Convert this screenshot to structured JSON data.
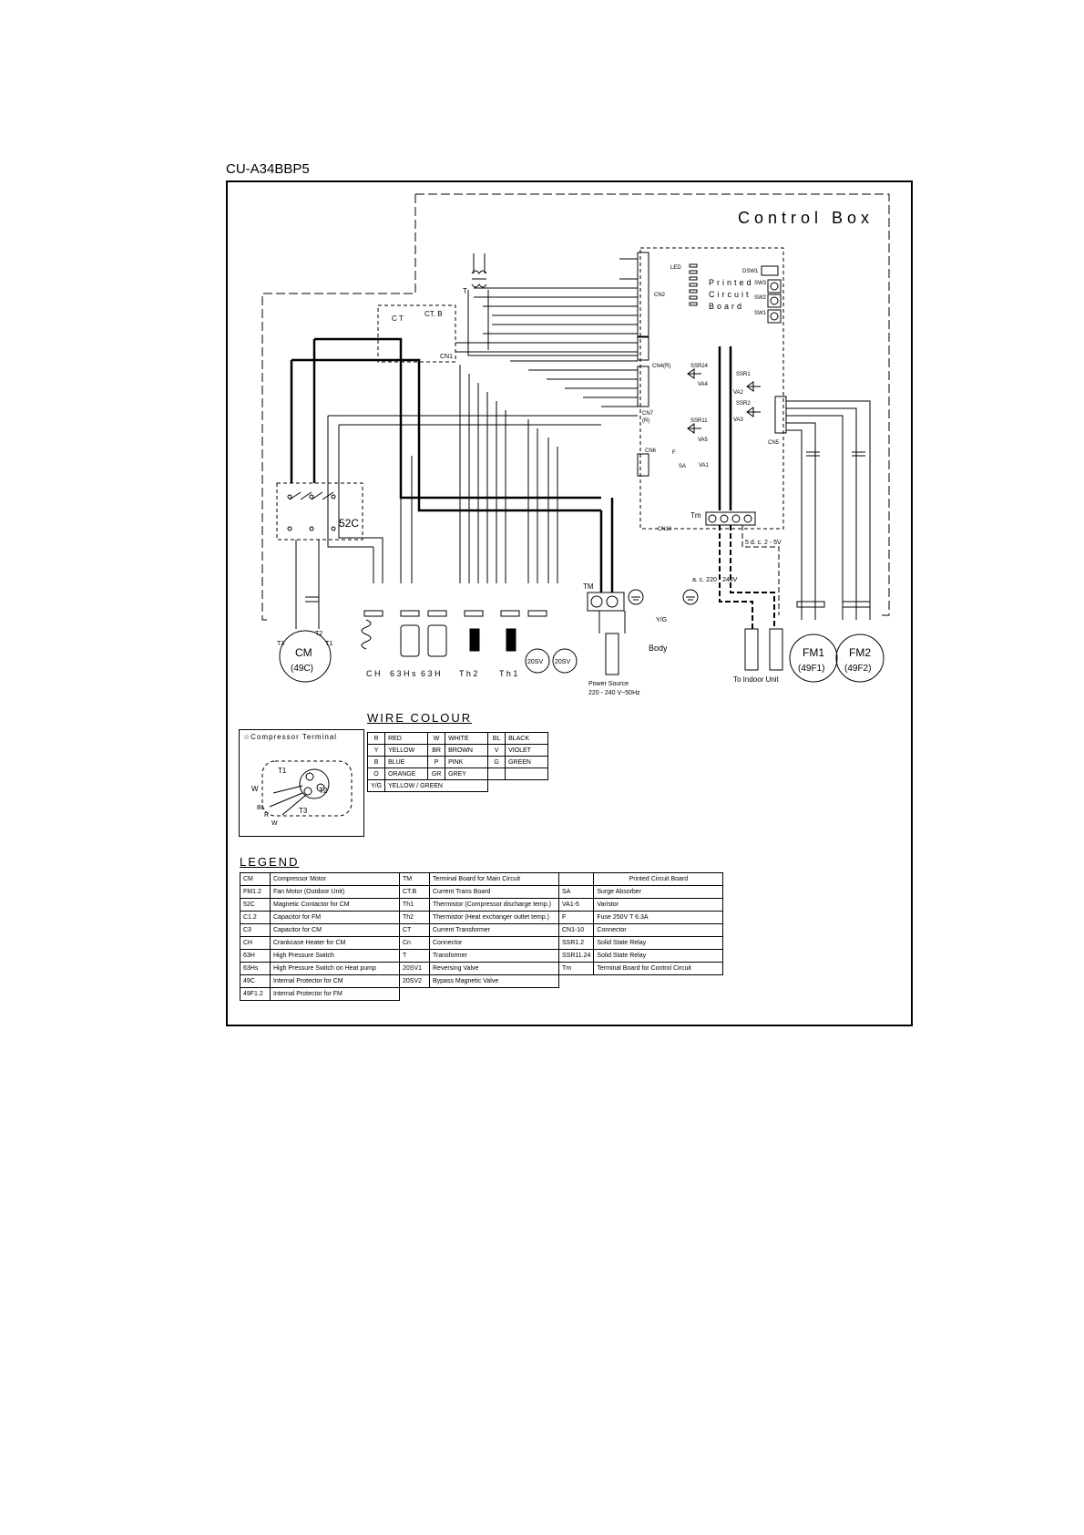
{
  "model": "CU-A34BBP5",
  "control_box_label": "Control Box",
  "pcb": {
    "label_l1": "Printed",
    "label_l2": "Circuit",
    "label_l3": "Board"
  },
  "board_labels": {
    "led": "LED",
    "dsw": "DSW1",
    "sw3": "SW3",
    "sw2": "SW2",
    "sw1": "SW1",
    "cn2": "CN2",
    "cn1": "CN1",
    "cn4": "CN4(R)",
    "cn7": "CN7",
    "cn7r": "(R)",
    "cn6": "CN6",
    "cn10": "CN10",
    "cn5": "CN5",
    "ssr24": "SSR24",
    "ssr11": "SSR11",
    "ssr1": "SSR1",
    "ssr2": "SSR2",
    "va4": "VA4",
    "va5": "VA5",
    "va2": "VA2",
    "va3": "VA3",
    "va1": "VA1",
    "sa": "SA",
    "fuse": "F",
    "tm": "Tm",
    "ctb": "CT. B",
    "ct": "C T",
    "t": "T"
  },
  "components": {
    "cm": "CM",
    "p49c": "(49C)",
    "t1": "T1",
    "t2": "T2",
    "t3": "T3",
    "c52": "52C",
    "ch": "C H",
    "h63s": "6 3 H s",
    "h63": "6 3 H",
    "th2": "T h 2",
    "th1": "T h 1",
    "sv1": "20SV",
    "sv2": "20SV",
    "fm1": "FM1",
    "fm2": "FM2",
    "p49f1": "(49F1)",
    "p49f2": "(49F2)",
    "power_source_l1": "Power Source",
    "power_source_l2": "220 - 240 V~50Hz",
    "to_indoor": "To Indoor Unit",
    "body": "Body",
    "ac_note": "a. c. 220 - 240V",
    "dc_note": "5 d. c. 2 - 5V",
    "yg": "Y/G",
    "tm_lbl": "TM"
  },
  "wire_colour": {
    "title": "WIRE COLOUR",
    "rows": [
      [
        "R",
        "RED",
        "W",
        "WHITE",
        "BL",
        "BLACK"
      ],
      [
        "Y",
        "YELLOW",
        "BR",
        "BROWN",
        "V",
        "VIOLET"
      ],
      [
        "B",
        "BLUE",
        "P",
        "PINK",
        "G",
        "GREEN"
      ],
      [
        "O",
        "ORANGE",
        "GR",
        "GREY",
        "",
        ""
      ],
      [
        "Y/G",
        "YELLOW / GREEN",
        "",
        "",
        "",
        ""
      ]
    ]
  },
  "compressor_terminal": {
    "title": "☆Compressor Terminal",
    "t1": "T1",
    "t2": "T2",
    "t3": "T3",
    "w1": "W",
    "bl": "BL",
    "r": "R",
    "w2": "W"
  },
  "legend": {
    "title": "LEGEND",
    "rows": [
      [
        "CM",
        "Compressor Motor",
        "TM",
        "Terminal Board for Main Circuit",
        "",
        "Printed Circuit Board"
      ],
      [
        "FM1.2",
        "Fan Motor (Outdoor Unit)",
        "CT.B",
        "Current Trans Board",
        "SA",
        "Surge Absorber"
      ],
      [
        "52C",
        "Magnetic Contactor for CM",
        "Th1",
        "Thermistor (Compressor discharge temp.)",
        "VA1-5",
        "Varistor"
      ],
      [
        "C1.2",
        "Capacitor for FM",
        "Th2",
        "Thermistor (Heat exchanger outlet temp.)",
        "F",
        "Fuse 250V T 6.3A"
      ],
      [
        "C3",
        "Capacitor for CM",
        "CT",
        "Current Transformer",
        "CN1-10",
        "Connector"
      ],
      [
        "CH",
        "Crankcase Heater for CM",
        "Cn",
        "Connector",
        "SSR1.2",
        "Solid State Relay"
      ],
      [
        "63H",
        "High Pressure Switch",
        "T",
        "Transformer",
        "SSR11.24",
        "Solid State Relay"
      ],
      [
        "63Hs",
        "High Pressure Switch on Heat pump",
        "20SV1",
        "Reversing Valve",
        "Tm",
        "Terminal Board for Control Circuit"
      ],
      [
        "49C",
        "Internal Protector for CM",
        "20SV2",
        "Bypass Magnetic Valve",
        "",
        ""
      ],
      [
        "49F1.2",
        "Internal Protector for FM",
        "",
        "",
        "",
        ""
      ]
    ]
  }
}
